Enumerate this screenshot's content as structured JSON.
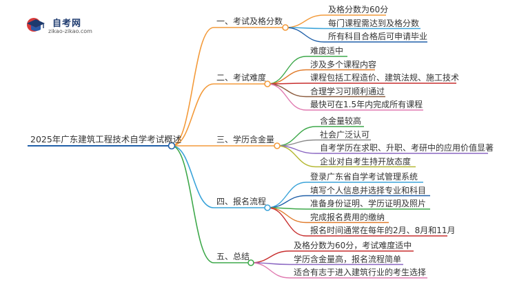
{
  "logo": {
    "title": "自考网",
    "url": "zikao-zikao.com",
    "icon": "graduation-cap-icon"
  },
  "mindmap": {
    "root": "2025年广东建筑工程技术自学考试概述",
    "branches": [
      {
        "label": "一、考试及格分数",
        "color": "#f39a3a",
        "children": [
          {
            "text": "及格分数为60分",
            "color": "#f39a3a"
          },
          {
            "text": "每门课程需达到及格分数",
            "color": "#3aa3d9"
          },
          {
            "text": "所有科目合格后可申请毕业",
            "color": "#1f5fa8"
          }
        ]
      },
      {
        "label": "二、考试难度",
        "color": "#f39a3a",
        "children": [
          {
            "text": "难度适中",
            "color": "#3da84a"
          },
          {
            "text": "涉及多个课程内容",
            "color": "#e07a2a"
          },
          {
            "text": "课程包括工程造价、建筑法规、施工技术",
            "color": "#c72d2d"
          },
          {
            "text": "合理学习可顺利通过",
            "color": "#8b5a3c"
          },
          {
            "text": "最快可在1.5年内完成所有课程",
            "color": "#e07ab0"
          }
        ]
      },
      {
        "label": "三、学历含金量",
        "color": "#f39a3a",
        "children": [
          {
            "text": "含金量较高",
            "color": "#3da84a"
          },
          {
            "text": "社会广泛认可",
            "color": "#8a8a8a"
          },
          {
            "text": "自考学历在求职、升职、考研中的应用价值显著",
            "color": "#8a66c2"
          },
          {
            "text": "企业对自考生持开放态度",
            "color": "#b5b832"
          }
        ]
      },
      {
        "label": "四、报名流程",
        "color": "#3aa3d9",
        "children": [
          {
            "text": "登录广东省自学考试管理系统",
            "color": "#3aa3d9"
          },
          {
            "text": "填写个人信息并选择专业和科目",
            "color": "#1f5fa8"
          },
          {
            "text": "准备身份证明、学历证明及照片",
            "color": "#3da84a"
          },
          {
            "text": "完成报名费用的缴纳",
            "color": "#e07a2a"
          },
          {
            "text": "报名时间通常在每年的2月、8月和11月",
            "color": "#c72d2d"
          }
        ]
      },
      {
        "label": "五、总结",
        "color": "#3da84a",
        "children": [
          {
            "text": "及格分数为60分，考试难度适中",
            "color": "#c72d2d"
          },
          {
            "text": "学历含金量高，报名流程简单",
            "color": "#8a66c2"
          },
          {
            "text": "适合有志于进入建筑行业的考生选择",
            "color": "#e07ab0"
          }
        ]
      }
    ]
  }
}
